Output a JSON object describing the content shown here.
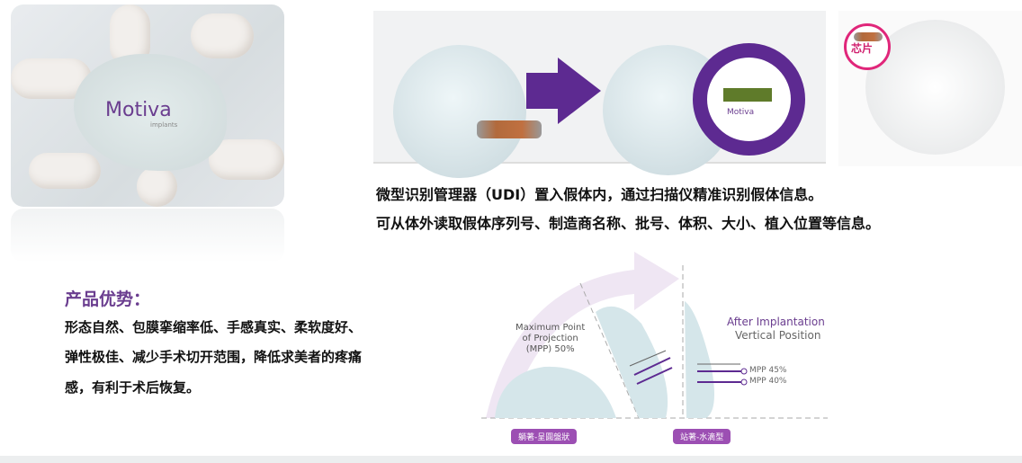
{
  "photo": {
    "brand": "Motiva",
    "brand_sub": "implants"
  },
  "udi": {
    "reader_brand": "Motiva"
  },
  "chip_label": "芯片",
  "description": [
    "微型识别管理器（UDI）置入假体内，通过扫描仪精准识别假体信息。",
    "可从体外读取假体序列号、制造商名称、批号、体积、大小、植入位置等信息。"
  ],
  "advantages": {
    "title": "产品优势：",
    "lines": [
      "形态自然、包膜挛缩率低、手感真实、柔软度好、",
      "弹性极佳、减少手术切开范围，降低求美者的疼痛",
      "感，有利于术后恢复。"
    ]
  },
  "diagram": {
    "mpp_label": [
      "Maximum Point",
      "of Projection",
      "(MPP) 50%"
    ],
    "after_title": "After Implantation",
    "after_sub": "Vertical Position",
    "mpp45": "MPP 45%",
    "mpp40": "MPP 40%",
    "tag_lying": "躺著-呈圓盤狀",
    "tag_standing": "站著-水滴型"
  },
  "colors": {
    "purple": "#5d2a91",
    "title_purple": "#6a3d8f",
    "chip_pink": "#e0267a"
  }
}
